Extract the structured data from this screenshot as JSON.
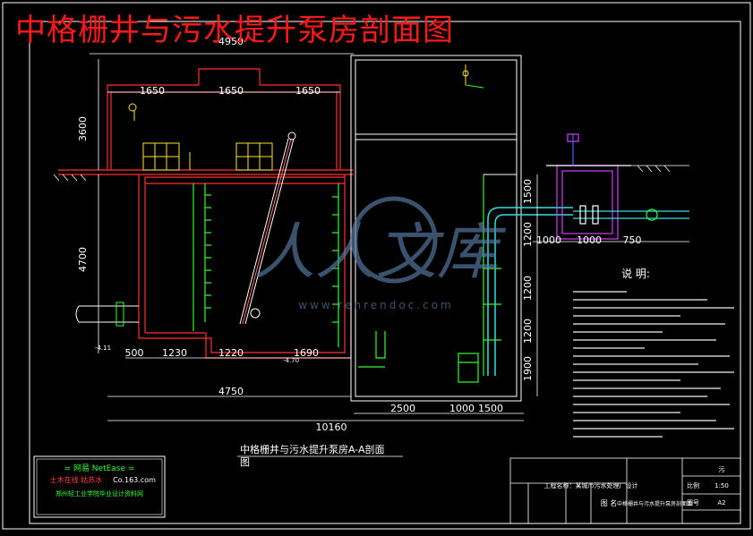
{
  "title": "中格栅井与污水提升泵房剖面图",
  "dims": {
    "top_total": "4950",
    "top_a": "1650",
    "top_b": "1650",
    "top_c": "1650",
    "left_h1": "3600",
    "left_h2": "4700",
    "bot_a": "500",
    "bot_b": "1230",
    "bot_c": "1220",
    "bot_d": "1690",
    "bot_e": "4750",
    "bot_total": "10160",
    "pump_a": "2500",
    "pump_b": "1000",
    "pump_c": "1500",
    "right_v1": "1500",
    "right_v2": "1200",
    "right_v3": "1200",
    "right_v4": "1200",
    "right_v5": "1900",
    "right_h1": "1000",
    "right_h2": "1000",
    "right_h3": "750",
    "elev_left": "-4.11",
    "elev_mid": "-4.70"
  },
  "section_caption": "中格栅井与污水提升泵房A-A剖面",
  "section_caption_suffix": "图",
  "notes_title": "说 明:",
  "watermark": {
    "brand": "人人文库",
    "url": "www.renrendoc.com"
  },
  "stamp": {
    "line1": "= 网易 NetEase =",
    "line2": "土木在线·姑苏水",
    "line3": "Co.163.com",
    "line4": "郑州轻工业学院毕业设计资料网"
  },
  "title_block": {
    "project": "工程名称：某城市污水处理厂设计",
    "drawing_name": "中格栅井与污水提升泵房剖面图",
    "scale_label": "比例",
    "scale_value": "1:50",
    "no_label": "图号",
    "no_value": "A2",
    "mark": "图  名",
    "grade": "污"
  },
  "colors": {
    "frame": "#ffffff",
    "structure": "#ff3030",
    "dim": "#ffffff",
    "screen": "#ffe030",
    "water_pipe": "#30e0e0",
    "green": "#30ff30",
    "purple": "#d040ff",
    "blue": "#4060ff",
    "title_red": "#ff1a1a",
    "watermark": "#5a7fa8"
  }
}
